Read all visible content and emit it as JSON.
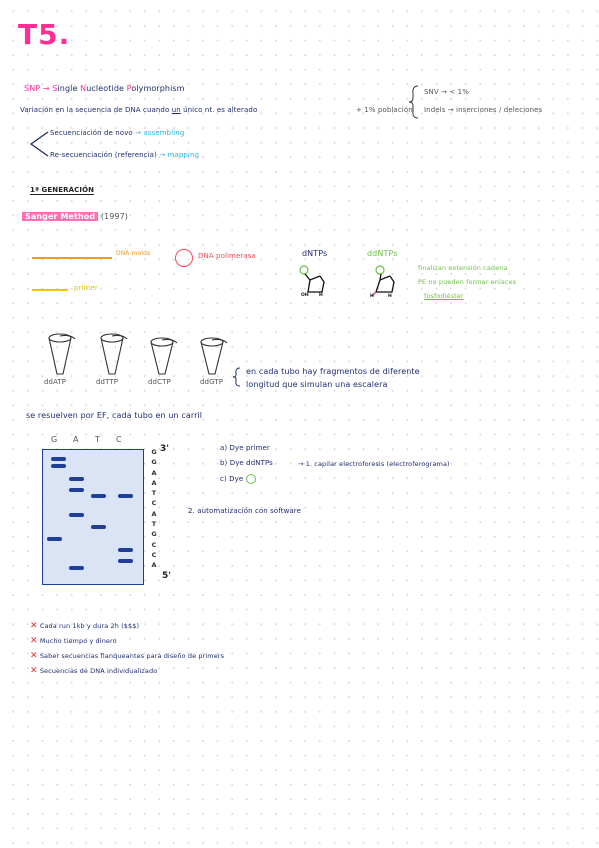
{
  "title": "T5",
  "title_dot": ".",
  "snp": {
    "s": "S",
    "np": "NP",
    "arrow": " → ",
    "s2": "S",
    "ingle": "ingle ",
    "n": "N",
    "ucleotide": "ucleotide ",
    "p": "P",
    "olymorphism": "olymorphism"
  },
  "variation_line": {
    "part1": "Variación en la secuencia de DNA cuando ",
    "un": "un",
    "part2": " único nt. es alterado",
    "poblacion": "+ 1% población"
  },
  "brace_notes": {
    "line1": "SNV → < 1%",
    "line2": "Indels → inserciones / deleciones"
  },
  "sequencing": {
    "novo_label": "Secuenciación de novo",
    "novo_result": "→ assembling",
    "reseq_label": "Re-secuenciación (referencia)",
    "reseq_result": "→ mapping"
  },
  "generation_heading": "1ª GENERACIÓN",
  "sanger": {
    "label": "Sanger Method",
    "year": "(1997)"
  },
  "legend": {
    "dna_molde": "DNA molde",
    "primer": "primer",
    "polimerasa": "DNA polimerasa",
    "dntp": "dNTPs",
    "ddntp": "ddNTPs",
    "oh": "OH",
    "h": "H",
    "finalizan_1": "finalizan extensión cadena",
    "finalizan_2": "PE no pueden formar enlaces",
    "finalizan_3": "fosfodiéster"
  },
  "tubes": {
    "labels": [
      "ddATP",
      "ddTTP",
      "ddCTP",
      "ddGTP"
    ],
    "note_1": "en cada tubo hay fragmentos de diferente",
    "note_2": "longitud que simulan una escalera"
  },
  "electrophoresis_note": "se resuelven por EF, cada tubo en un carril",
  "gel": {
    "lane_labels": [
      "G",
      "A",
      "T",
      "C"
    ],
    "prime_top": "3'",
    "prime_bottom": "5'",
    "sequence": [
      "G",
      "G",
      "A",
      "A",
      "T",
      "C",
      "A",
      "T",
      "G",
      "C",
      "C",
      "A"
    ]
  },
  "dye_options": {
    "a": "a) Dye primer",
    "b": "b) Dye ddNTPs",
    "c": "c) Dye",
    "capilar": "→ 1. capilar electroforesis (electroferograma)",
    "auto": "2. automatización con software"
  },
  "cons": [
    "Cada run 1kb y dura 2h ($$$)",
    "Mucho tiempo y dinero",
    "Saber secuencias flanqueantes para diseño de primers",
    "Secuencias de DNA individualizado"
  ],
  "colors": {
    "pink": "#ff2e92",
    "navy": "#1f2d6e",
    "cyan": "#29b6e8",
    "orange": "#f39a1e",
    "red": "#f04d5a",
    "green": "#6cc04a",
    "gel_border": "#1f3f9a",
    "gel_fill": "#dbe4f5"
  }
}
